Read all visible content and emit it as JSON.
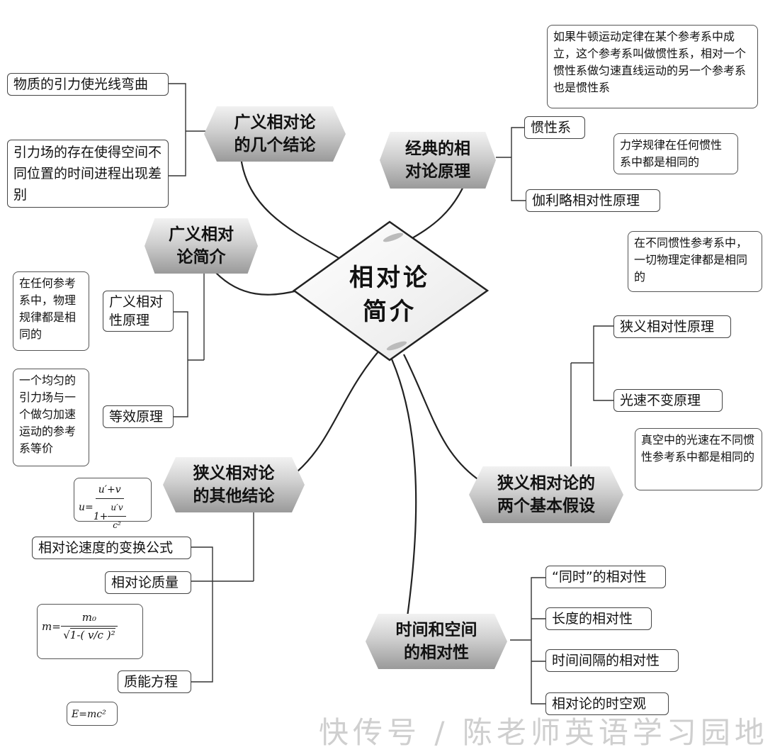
{
  "center": {
    "line1": "相对论",
    "line2": "简介"
  },
  "branches": {
    "gr_conclusions": {
      "line1": "广义相对论",
      "line2": "的几个结论"
    },
    "classical": {
      "line1": "经典的相",
      "line2": "对论原理"
    },
    "gr_intro": {
      "line1": "广义相对",
      "line2": "论简介"
    },
    "sr_other": {
      "line1": "狭义相对论",
      "line2": "的其他结论"
    },
    "sr_postulates": {
      "line1": "狭义相对论的",
      "line2": "两个基本假设"
    },
    "spacetime": {
      "line1": "时间和空间",
      "line2": "的相对性"
    }
  },
  "leaves": {
    "light_bending": "物质的引力使光线弯曲",
    "time_diff": "引力场的存在使得空间不同位置的时间进程出现差别",
    "inertial_frame": "惯性系",
    "galilean": "伽利略相对性原理",
    "gr_principle_l1": "广义相对",
    "gr_principle_l2": "性原理",
    "equivalence": "等效原理",
    "special_principle": "狭义相对性原理",
    "light_constant": "光速不变原理",
    "velocity_transform": "相对论速度的变换公式",
    "rel_mass": "相对论质量",
    "mass_energy": "质能方程",
    "simultaneity": "“同时”的相对性",
    "length": "长度的相对性",
    "time_interval": "时间间隔的相对性",
    "spacetime_view": "相对论的时空观"
  },
  "notes": {
    "inertial_def": "如果牛顿运动定律在某个参考系中成立，这个参考系叫做惯性系，相对一个惯性系做匀速直线运动的另一个参考系也是惯性系",
    "galilean_def": "力学规律在任何惯性系中都是相同的",
    "gr_def": "在任何参考系中，物理规律都是相同的",
    "equiv_def": "一个均匀的引力场与一个做匀加速运动的参考系等价",
    "sr_principle_def": "在不同惯性参考系中，一切物理定律都是相同的",
    "light_def": "真空中的光速在不同惯性参考系中都是相同的"
  },
  "formulas": {
    "velocity": {
      "lhs": "u=",
      "num": "u′+v",
      "den_pre": "1+",
      "den_num": "u′v",
      "den_den": "c²"
    },
    "mass": {
      "lhs": "m=",
      "num": "m₀",
      "den": "1-( v/c )²"
    },
    "energy": "E=mc²"
  },
  "watermark": "快传号 / 陈老师英语学习园地"
}
